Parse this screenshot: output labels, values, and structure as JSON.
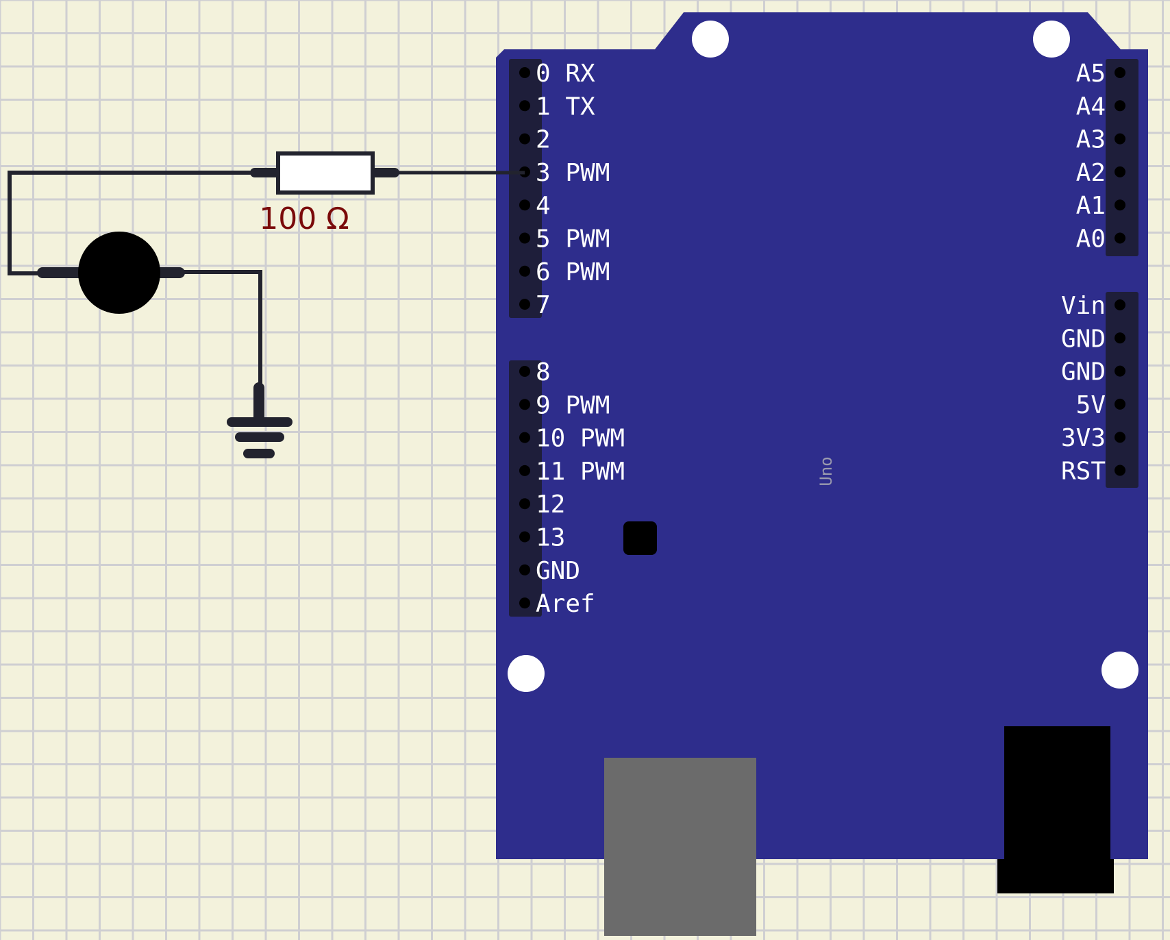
{
  "colors": {
    "background": "#f3f2dc",
    "grid": "#cfcfd2",
    "board": "#2e2d8c",
    "header": "#1e1e3a",
    "wire": "#22232e",
    "label_text": "#ffffff",
    "resistor_label": "#7a0a0a",
    "usb_connector": "#6b6b6b",
    "power_jack": "#000000"
  },
  "components": {
    "resistor": {
      "value_label": "100 Ω"
    },
    "motor": {
      "icon": "motor-icon"
    },
    "ground": {
      "icon": "ground-icon"
    }
  },
  "board": {
    "model_label": "Uno",
    "left_header_top": [
      {
        "label": "0 RX"
      },
      {
        "label": "1 TX"
      },
      {
        "label": "2"
      },
      {
        "label": "3 PWM"
      },
      {
        "label": "4"
      },
      {
        "label": "5 PWM"
      },
      {
        "label": "6 PWM"
      },
      {
        "label": "7"
      }
    ],
    "left_header_bottom": [
      {
        "label": "8"
      },
      {
        "label": "9 PWM"
      },
      {
        "label": "10 PWM"
      },
      {
        "label": "11 PWM"
      },
      {
        "label": "12"
      },
      {
        "label": "13"
      },
      {
        "label": "GND"
      },
      {
        "label": "Aref"
      }
    ],
    "right_header_analog": [
      {
        "label": "A5"
      },
      {
        "label": "A4"
      },
      {
        "label": "A3"
      },
      {
        "label": "A2"
      },
      {
        "label": "A1"
      },
      {
        "label": "A0"
      }
    ],
    "right_header_power": [
      {
        "label": "Vin"
      },
      {
        "label": "GND"
      },
      {
        "label": "GND"
      },
      {
        "label": "5V"
      },
      {
        "label": "3V3"
      },
      {
        "label": "RST"
      }
    ]
  }
}
